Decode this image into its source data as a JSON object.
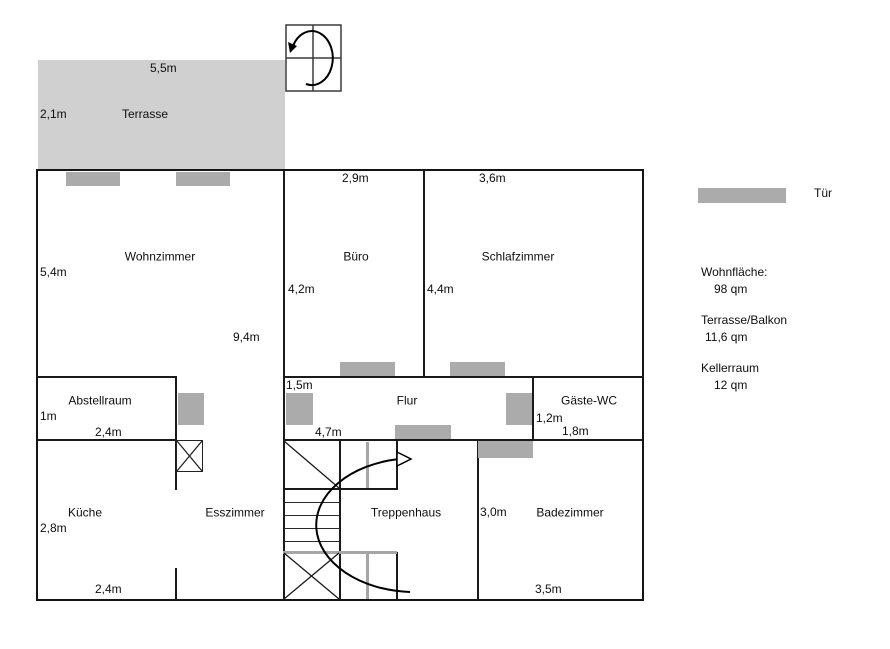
{
  "rooms": {
    "terrasse": {
      "name": "Terrasse",
      "width": "5,5m",
      "depth": "2,1m"
    },
    "wohnzimmer": {
      "name": "Wohnzimmer",
      "width": "9,4m",
      "depth": "5,4m"
    },
    "buero": {
      "name": "Büro",
      "width": "2,9m",
      "depth": "4,2m"
    },
    "schlafzimmer": {
      "name": "Schlafzimmer",
      "width": "3,6m",
      "depth": "4,4m"
    },
    "abstellraum": {
      "name": "Abstellraum",
      "width": "2,4m",
      "depth": "1m"
    },
    "flur": {
      "name": "Flur",
      "width": "4,7m",
      "depth": "1,5m"
    },
    "gaeste_wc": {
      "name": "Gäste-WC",
      "width": "1,8m",
      "depth": "1,2m"
    },
    "kueche": {
      "name": "Küche",
      "width": "2,4m",
      "depth": "2,8m"
    },
    "esszimmer": {
      "name": "Esszimmer"
    },
    "treppenhaus": {
      "name": "Treppenhaus"
    },
    "badezimmer": {
      "name": "Badezimmer",
      "width": "3,5m",
      "depth": "3,0m"
    }
  },
  "legend": {
    "door_label": "Tür"
  },
  "summary": {
    "living_area_label": "Wohnfläche:",
    "living_area_value": "98 qm",
    "terrace_label": "Terrasse/Balkon",
    "terrace_value": "11,6 qm",
    "basement_label": "Kellerraum",
    "basement_value": "12 qm"
  },
  "icons": {
    "rotation_symbol": "circular-counterclockwise-arrow",
    "stair_arrow": "curved-up-direction-arrow",
    "shaft_symbol": "crossed-box"
  },
  "colors": {
    "terrace_fill": "#d0d0d0",
    "door_marker": "#ababab",
    "wall": "#1a1a1a",
    "stair_accent": "#a6a6a6"
  }
}
